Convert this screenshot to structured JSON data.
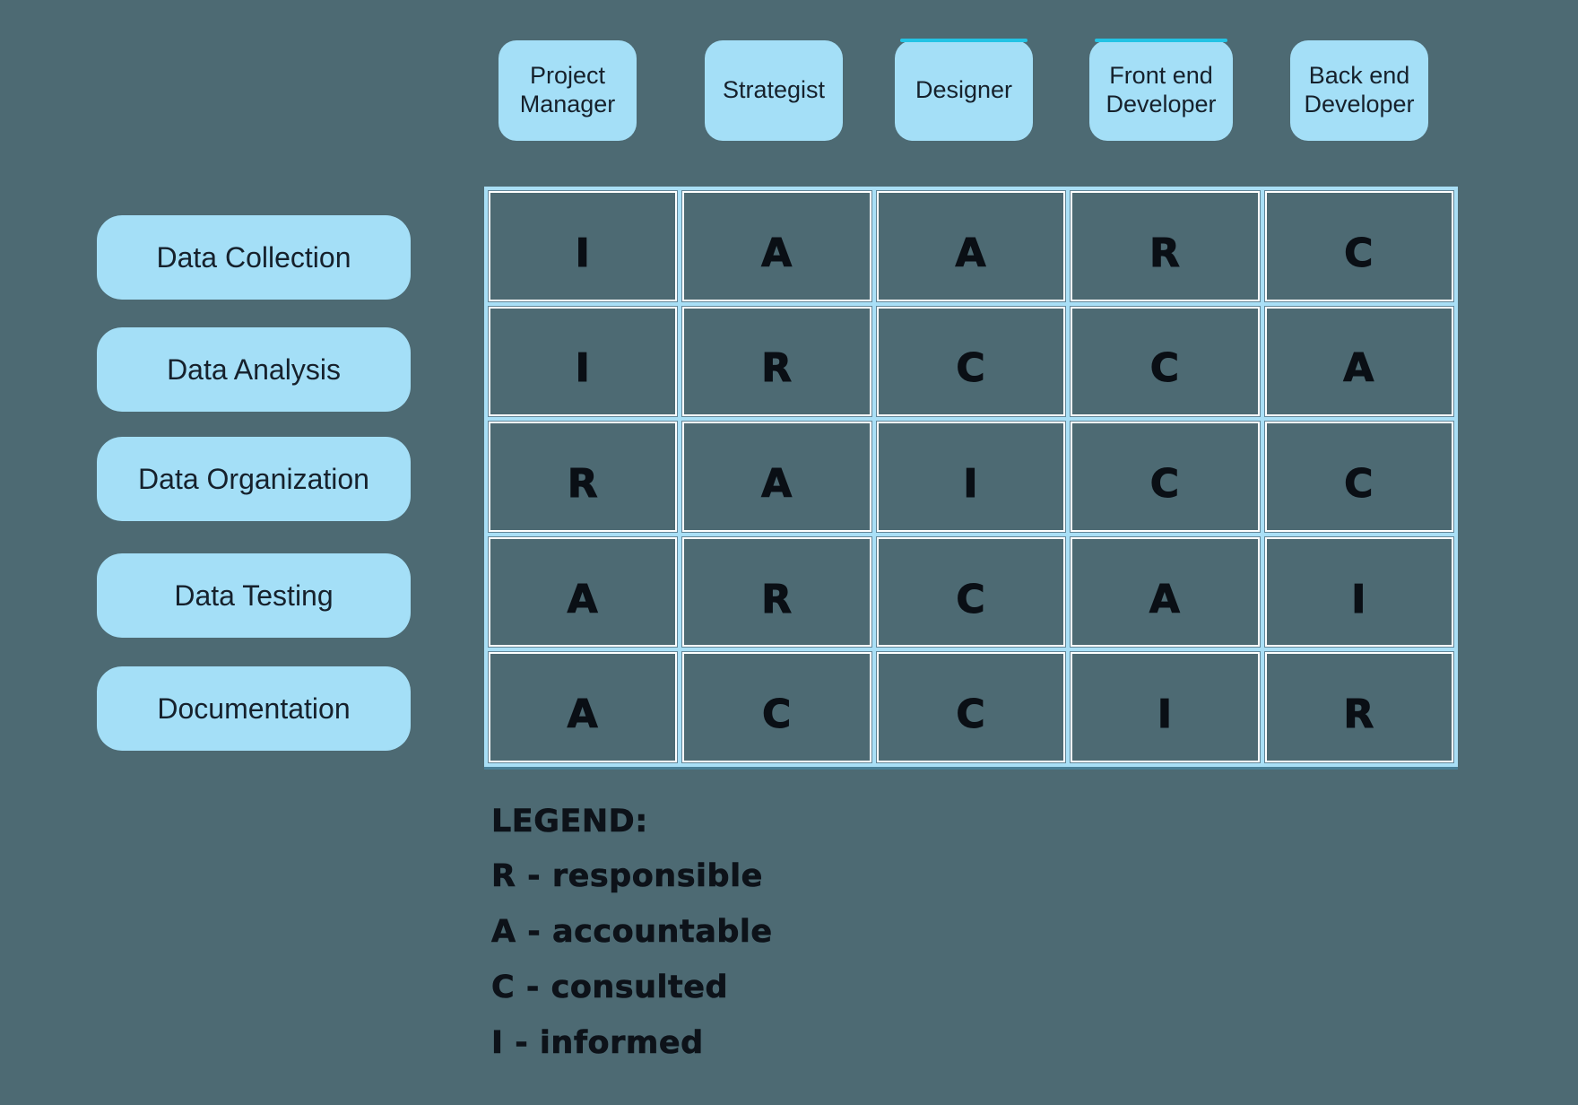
{
  "matrix": {
    "columns": [
      "Project Manager",
      "Strategist",
      "Designer",
      "Front end Developer",
      "Back end Developer"
    ],
    "rows": [
      {
        "label": "Data Collection",
        "values": [
          "I",
          "A",
          "A",
          "R",
          "C"
        ]
      },
      {
        "label": "Data Analysis",
        "values": [
          "I",
          "R",
          "C",
          "C",
          "A"
        ]
      },
      {
        "label": "Data Organization",
        "values": [
          "R",
          "A",
          "I",
          "C",
          "C"
        ]
      },
      {
        "label": "Data Testing",
        "values": [
          "A",
          "R",
          "C",
          "A",
          "I"
        ]
      },
      {
        "label": "Documentation",
        "values": [
          "A",
          "C",
          "C",
          "I",
          "R"
        ]
      }
    ]
  },
  "legend": {
    "title": "LEGEND:",
    "items": [
      "R - responsible",
      "A  - accountable",
      "C - consulted",
      "I - informed"
    ]
  },
  "colors": {
    "background": "#4D6A73",
    "pill_blue": "#A4DFF7",
    "grid_line_blue": "#A9DFF6",
    "cell_outline_white": "#FFFFFF",
    "accent_cyan": "#23C3E4",
    "text_dark": "#16212C",
    "letter_black": "#0A0F15"
  }
}
